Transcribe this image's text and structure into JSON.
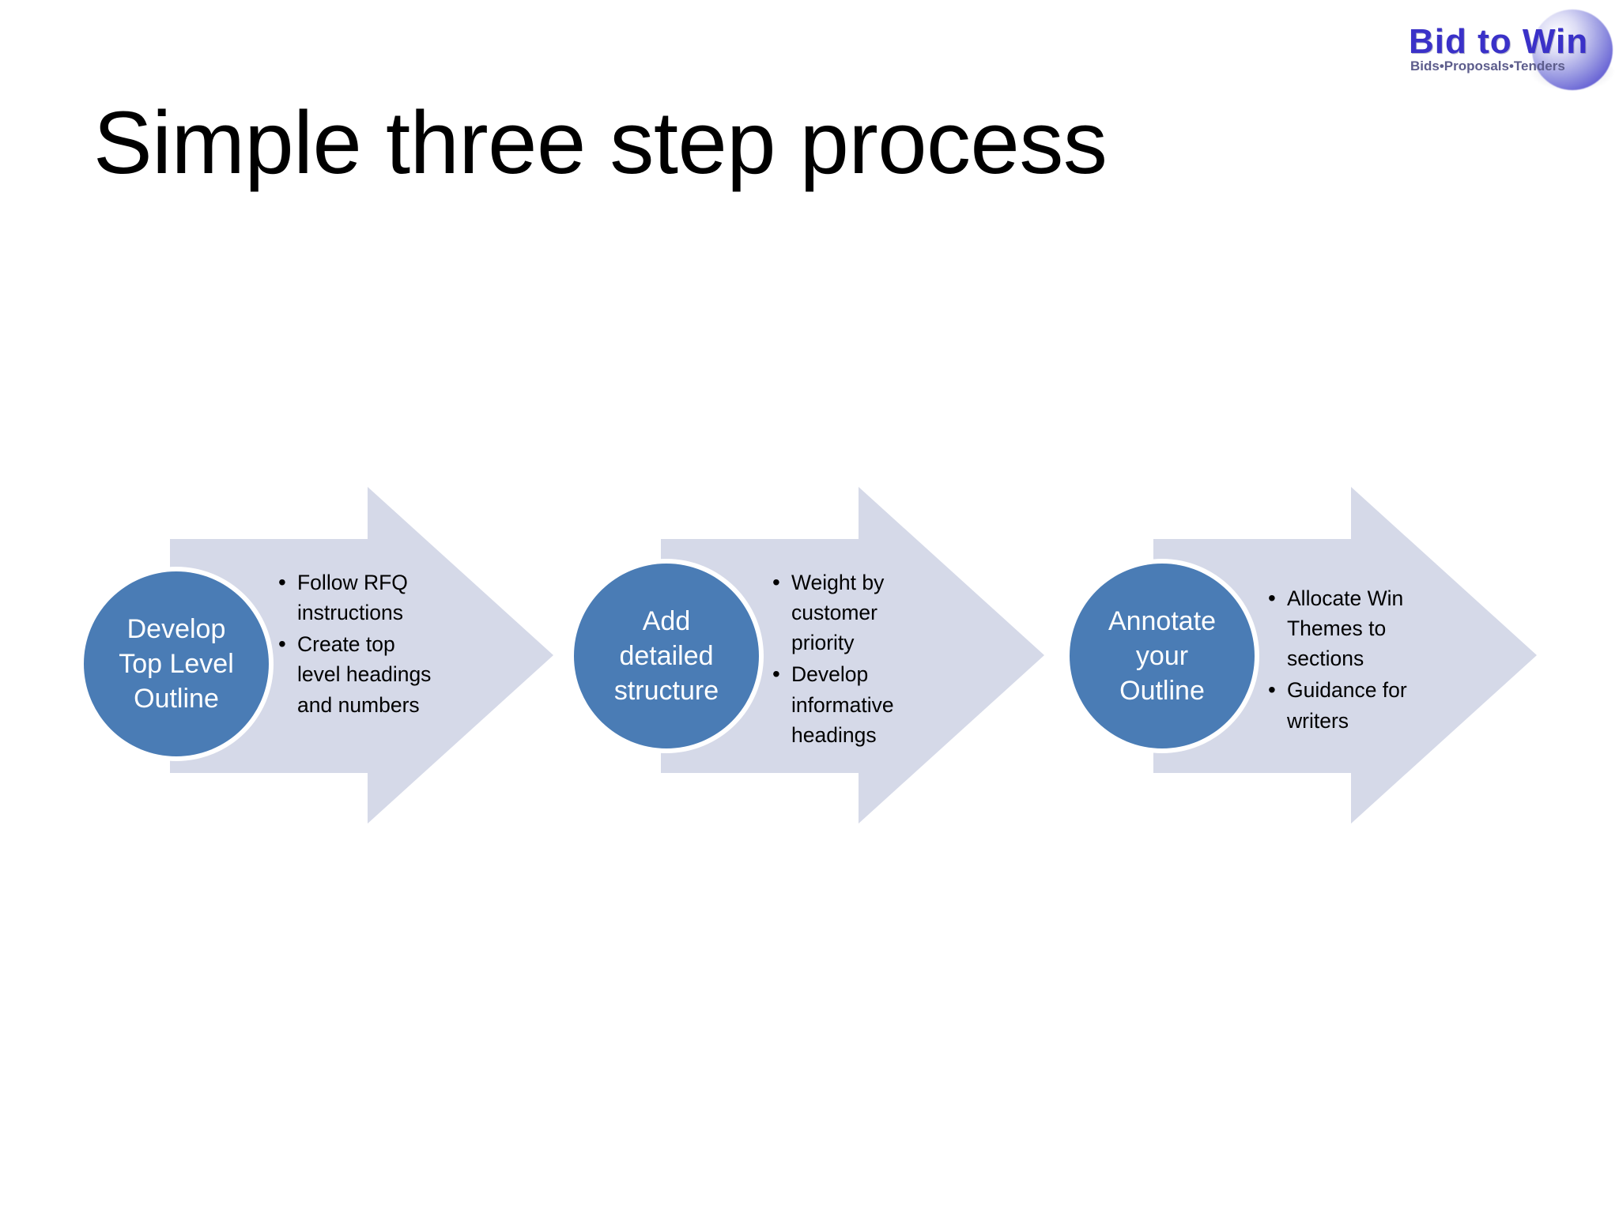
{
  "slide": {
    "title": "Simple three step process",
    "background_color": "#ffffff"
  },
  "logo": {
    "wordmark": "Bid to Win",
    "tagline": "Bids•Proposals•Tenders",
    "word_color": "#3a31c8",
    "tagline_color": "#5d5d8c"
  },
  "colors": {
    "circle_fill": "#4A7CB5",
    "circle_text": "#ffffff",
    "arrow_fill": "#d5d9e8",
    "bullet_text": "#000000",
    "title_text": "#000000"
  },
  "process": {
    "steps": [
      {
        "index": 1,
        "circle_lines": [
          "Develop",
          "Top Level",
          "Outline"
        ],
        "bullets": [
          "Follow RFQ instructions",
          "Create top level headings and numbers"
        ]
      },
      {
        "index": 2,
        "circle_lines": [
          "Add",
          "detailed",
          "structure"
        ],
        "bullets": [
          "Weight by customer priority",
          "Develop informative headings"
        ]
      },
      {
        "index": 3,
        "circle_lines": [
          "Annotate",
          "your",
          "Outline"
        ],
        "bullets": [
          "Allocate Win Themes to sections",
          "Guidance for writers"
        ]
      }
    ]
  }
}
